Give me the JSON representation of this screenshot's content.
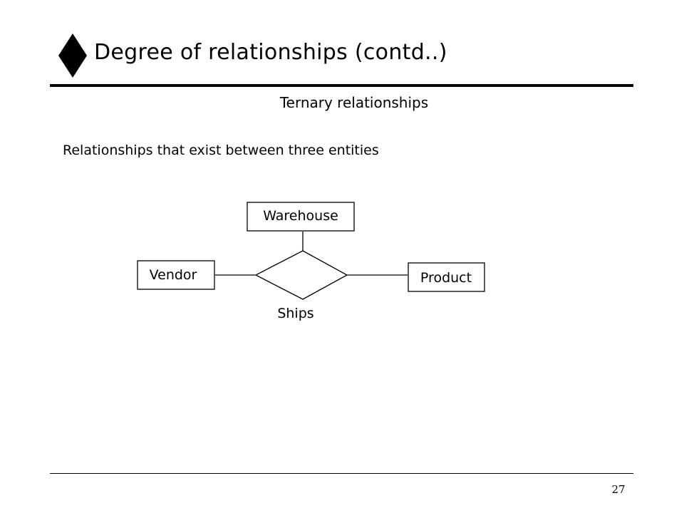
{
  "slide": {
    "title": "Degree of relationships (contd..)",
    "subtitle": "Ternary relationships",
    "body": "Relationships that exist between three entities",
    "page_number": "27"
  },
  "diagram": {
    "entities": {
      "warehouse": "Warehouse",
      "vendor": "Vendor",
      "product": "Product"
    },
    "relationship": "Ships"
  }
}
